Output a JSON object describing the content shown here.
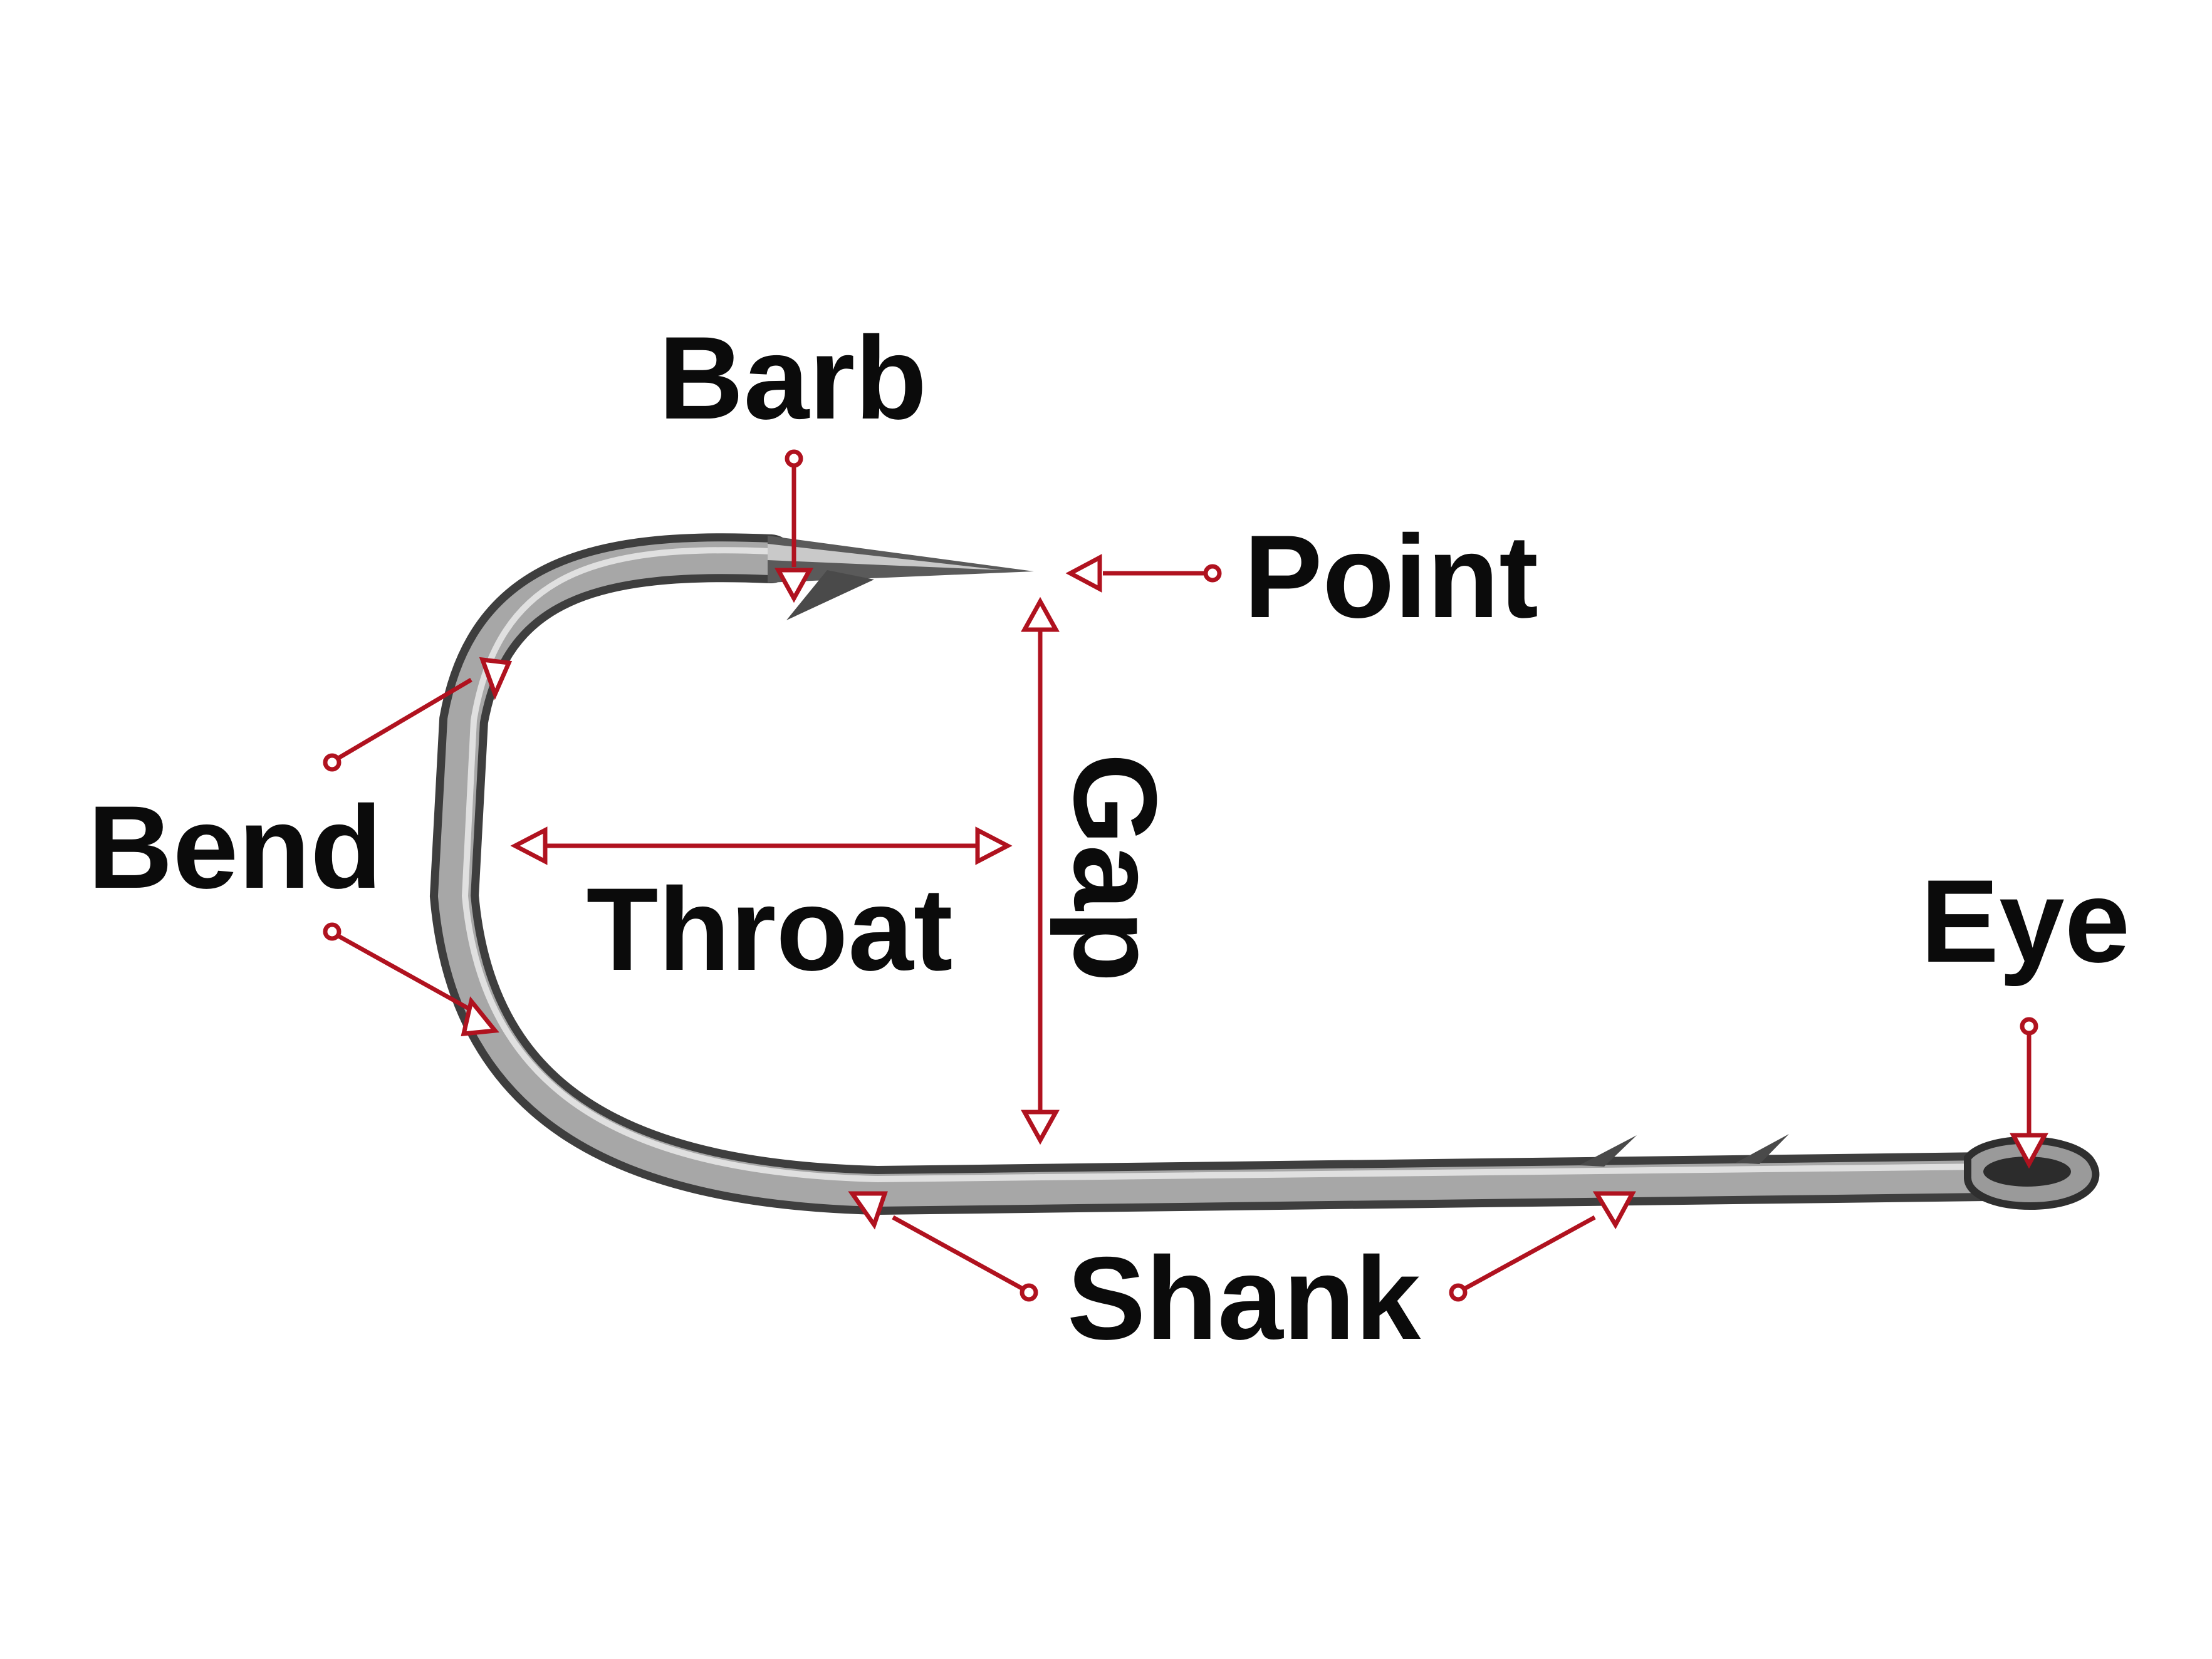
{
  "labels": {
    "barb": "Barb",
    "point": "Point",
    "bend": "Bend",
    "throat": "Throat",
    "gap": "Gap",
    "eye": "Eye",
    "shank": "Shank"
  },
  "colors": {
    "annotation": "#b0121f",
    "text": "#0b0b0b",
    "hook_light": "#cfcfcf",
    "hook_mid": "#8a8a8a",
    "hook_dark": "#3c3c3c"
  }
}
